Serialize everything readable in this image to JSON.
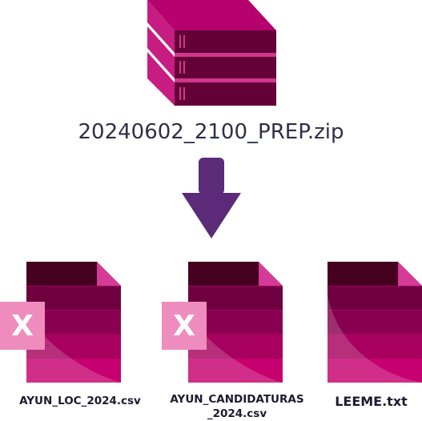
{
  "archive": {
    "filename": "20240602_2100_PREP.zip",
    "icon": "zip-archive-icon"
  },
  "arrow": {
    "icon": "arrow-down-icon",
    "color": "#5b2a78"
  },
  "files": [
    {
      "name": "AYUN_LOC_2024.csv",
      "icon": "excel-file-icon",
      "badge": "X"
    },
    {
      "name": "AYUN_CANDIDATURAS_2024.csv",
      "line1": "AYUN_CANDIDATURAS",
      "line2": "_2024.csv",
      "icon": "excel-file-icon",
      "badge": "X"
    },
    {
      "name": "LEEME.txt",
      "icon": "text-file-icon"
    }
  ],
  "colors": {
    "magenta": "#b5006e",
    "dark_magenta": "#5e0038",
    "badge": "#ee8cbe",
    "text": "#2e2f48"
  }
}
